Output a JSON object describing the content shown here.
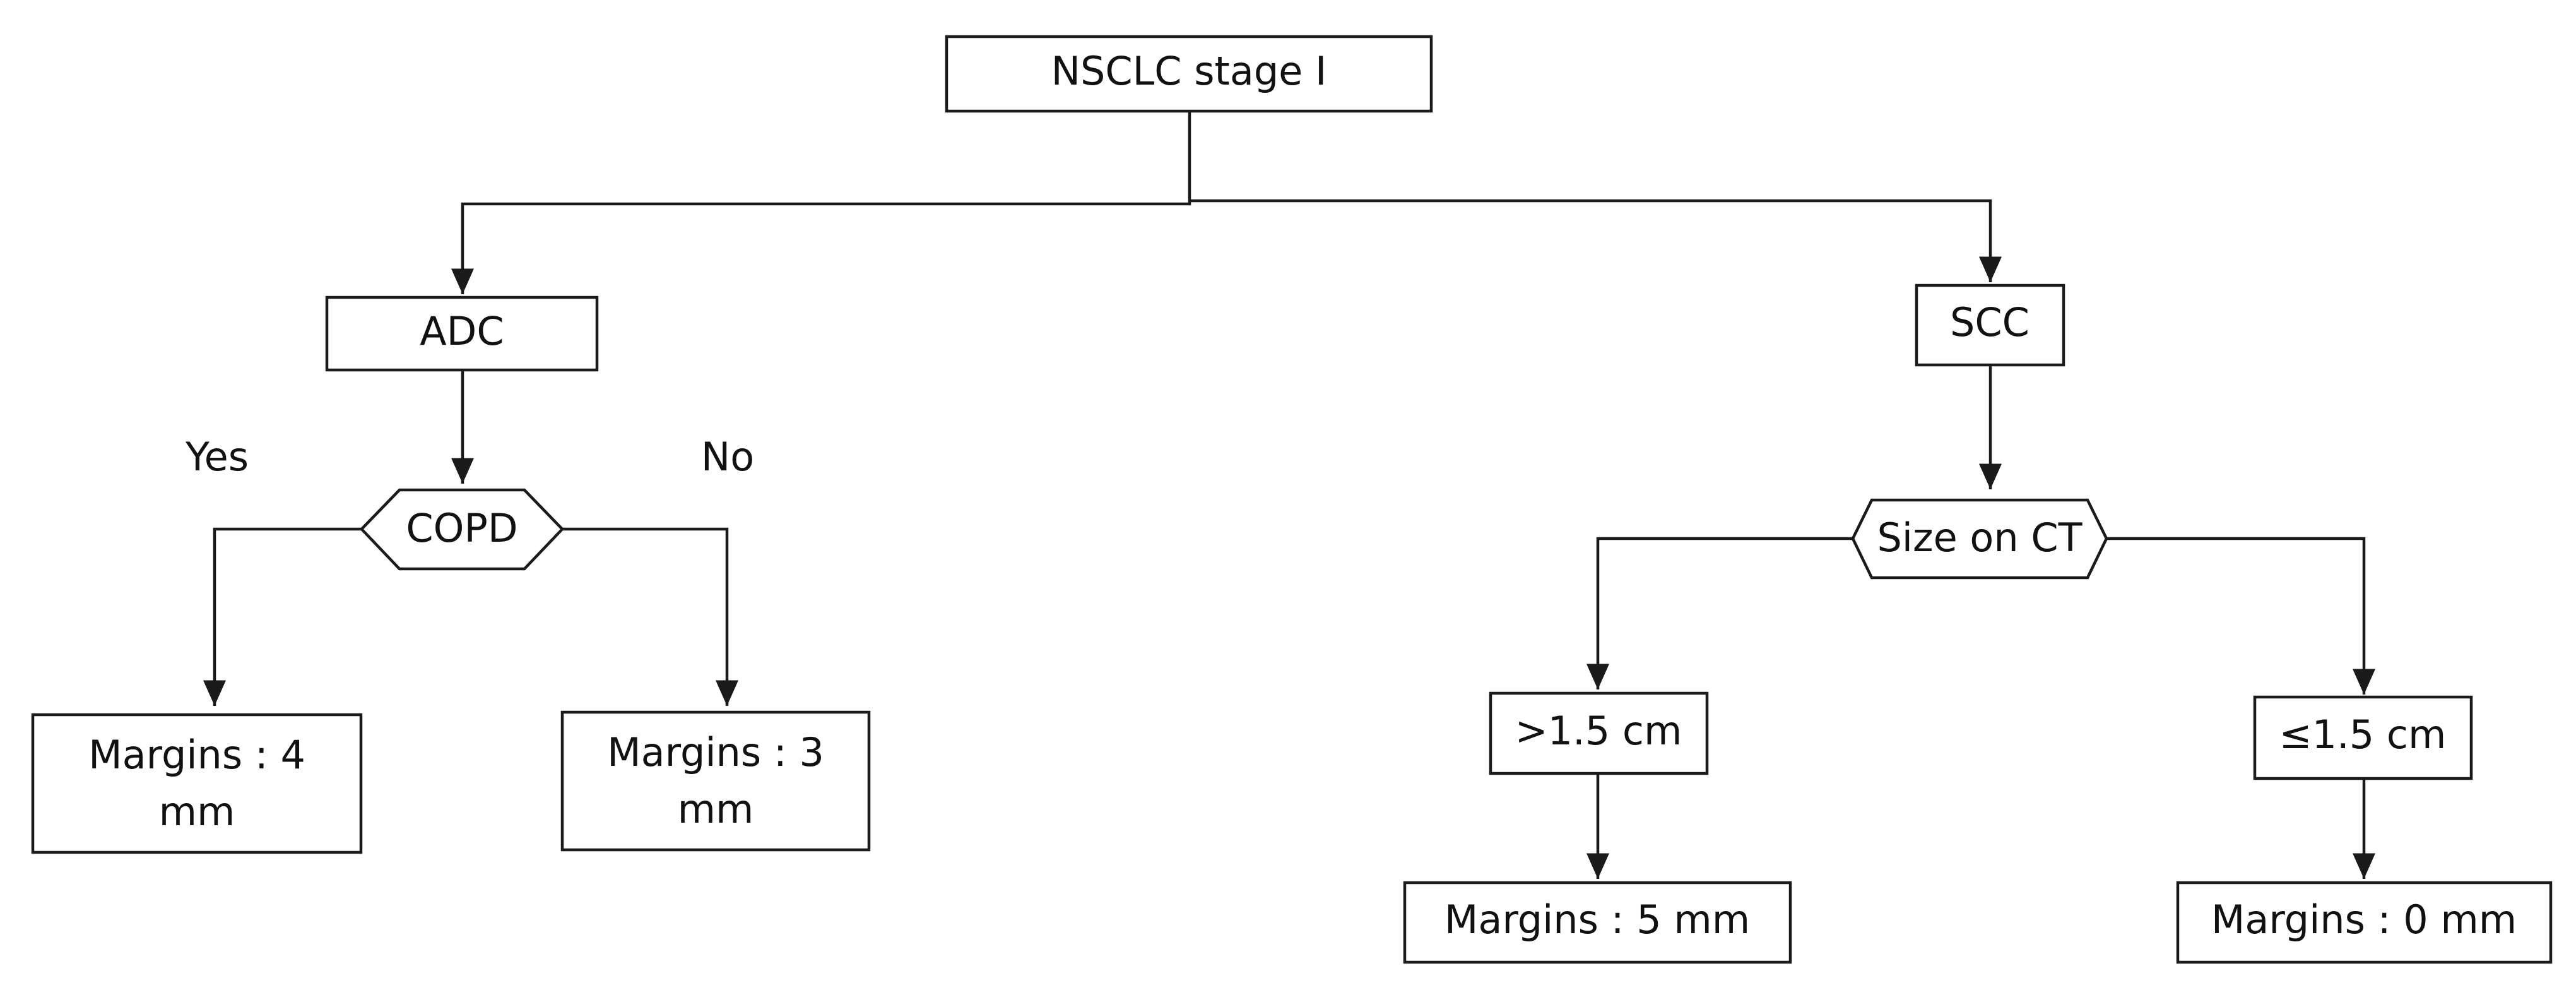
{
  "diagram": {
    "root": "NSCLC stage I",
    "adc": "ADC",
    "scc": "SCC",
    "copd": "COPD",
    "size_on_ct": "Size on CT",
    "yes": "Yes",
    "no": "No",
    "margins_4_line1": "Margins : 4",
    "margins_4_line2": "mm",
    "margins_3_line1": "Margins : 3",
    "margins_3_line2": "mm",
    "gt_15": ">1.5 cm",
    "le_15": "≤1.5 cm",
    "margins_5": "Margins : 5 mm",
    "margins_0": "Margins : 0 mm"
  }
}
